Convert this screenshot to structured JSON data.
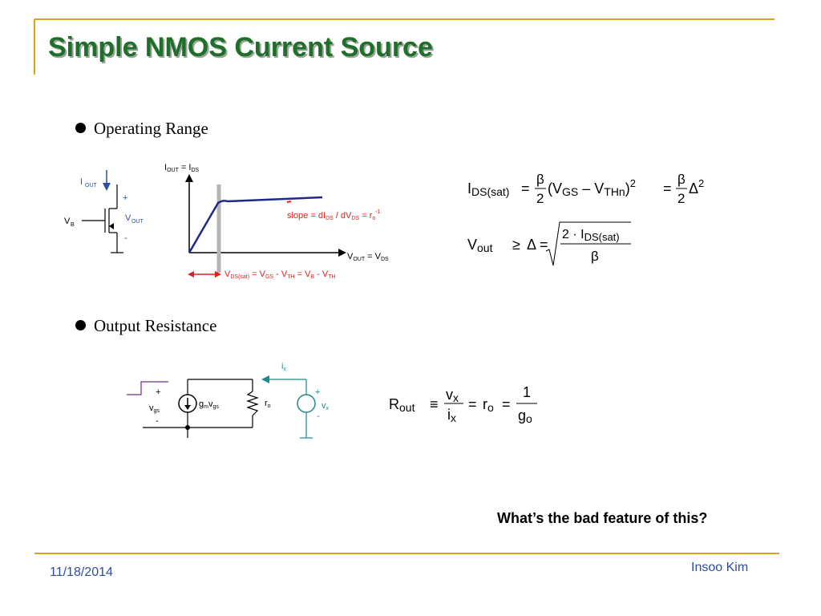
{
  "slide": {
    "title": "Simple NMOS Current Source",
    "bullets": [
      "Operating Range",
      "Output Resistance"
    ],
    "question": "What’s the bad feature of this?",
    "footer": {
      "date": "11/18/2014",
      "author": "Insoo Kim"
    }
  },
  "colors": {
    "title": "#1f6f2a",
    "accent_line": "#d9a21b",
    "footer_text": "#2b4fa0",
    "curve": "#1e2a8a",
    "annotation_red": "#e0201c",
    "teal": "#1e8a8a",
    "purple": "#7a2a8a"
  },
  "schematic1": {
    "iout": "I",
    "iout_sub": "OUT",
    "vb": "V",
    "vb_sub": "B",
    "vout": "V",
    "vout_sub": "OUT",
    "plus": "+",
    "minus": "-"
  },
  "chart": {
    "ylabel_a": "I",
    "ylabel_a_sub": "OUT",
    "ylabel_eq": " = I",
    "ylabel_b_sub": "DS",
    "xlabel_a": "V",
    "xlabel_a_sub": "OUT",
    "xlabel_eq": " = V",
    "xlabel_b_sub": "DS",
    "slope_text_1": "slope = dI",
    "slope_sub_1": "DS",
    "slope_text_2": " / dV",
    "slope_sub_2": "DS",
    "slope_text_3": " = r",
    "slope_sub_3": "o",
    "slope_sup": "-1",
    "vdsat_1": "V",
    "vdsat_sub": "DS(sat)",
    "vdsat_2": " = V",
    "vdsat_sub2": "GS",
    "vdsat_3": " - V",
    "vdsat_sub3": "TH",
    "vdsat_4": " = V",
    "vdsat_sub4": "B",
    "vdsat_5": " - V",
    "vdsat_sub5": "TH"
  },
  "equations": {
    "ids_lhs": "I",
    "ids_sub": "DS(sat)",
    "eq": "=",
    "beta": "β",
    "two": "2",
    "paren_expr_a": "(V",
    "paren_sub_gs": "GS",
    "paren_minus": " – V",
    "paren_sub_th": "THn",
    "paren_close": ")",
    "sq": "2",
    "delta": "Δ",
    "vout_lhs": "V",
    "vout_sub": "out",
    "geq": "≥",
    "num_a": "2 · I",
    "num_sub": "DS(sat)",
    "rout_lhs": "R",
    "rout_sub": "out",
    "equiv": "≡",
    "vx_v": "v",
    "vx_sub": "x",
    "ix_i": "i",
    "ix_sub": "x",
    "ro_r": "r",
    "ro_sub": "o",
    "one": "1",
    "go_g": "g",
    "go_sub": "o"
  },
  "schematic2": {
    "plus": "+",
    "minus": "-",
    "vgs_v": "v",
    "vgs_sub": "gs",
    "gm_g": "g",
    "gm_sub": "m",
    "gm_v": "v",
    "gm_vsub": "gs",
    "ro_r": "r",
    "ro_sub": "o",
    "ix_i": "i",
    "ix_sub": "x",
    "vx_v": "v",
    "vx_sub": "x"
  }
}
